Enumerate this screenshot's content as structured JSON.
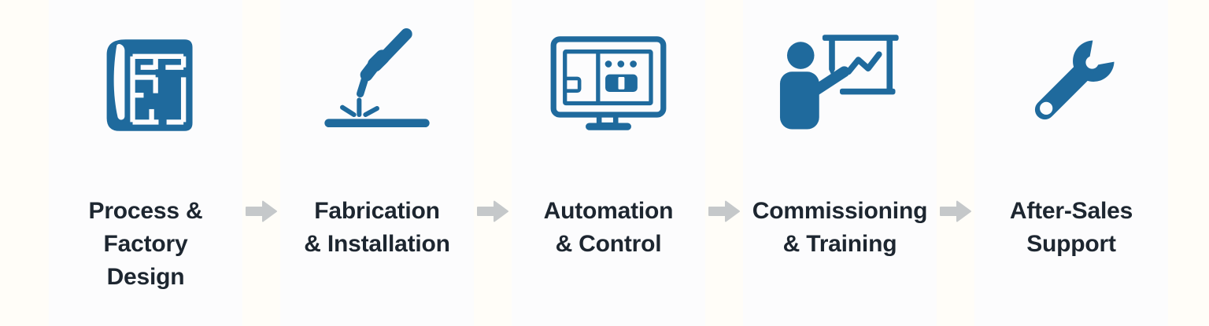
{
  "figure": {
    "kind": "process-flow-infographic",
    "step_count": 5,
    "arrow_count": 4,
    "arrow_direction": "right"
  },
  "colors": {
    "icon": "#1f6a9d",
    "label": "#1d2630",
    "arrow": "#c5c8ca",
    "card_bg": "#fcfcfd",
    "page_bg": "#fffdf8"
  },
  "steps": [
    {
      "icon": "blueprint-icon",
      "lines": [
        "Process &",
        "Factory",
        "Design"
      ]
    },
    {
      "icon": "welding-torch-icon",
      "lines": [
        "Fabrication",
        "& Installation"
      ]
    },
    {
      "icon": "monitor-control-icon",
      "lines": [
        "Automation",
        "& Control"
      ]
    },
    {
      "icon": "presenter-whiteboard-icon",
      "lines": [
        "Commissioning",
        "& Training"
      ]
    },
    {
      "icon": "wrench-icon",
      "lines": [
        "After-Sales",
        "Support"
      ]
    }
  ]
}
